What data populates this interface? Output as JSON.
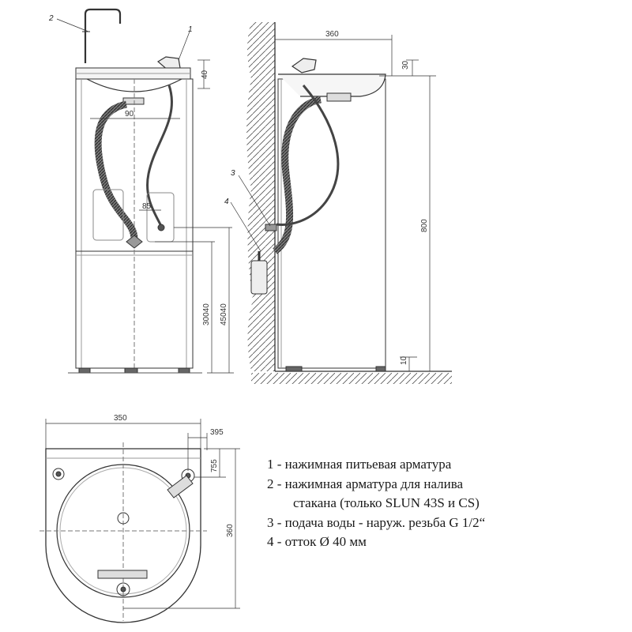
{
  "callouts": {
    "c1": "1",
    "c2": "2",
    "c3": "3",
    "c4": "4"
  },
  "dimensions": {
    "front_width": "90",
    "front_top": "40",
    "front_gap": "85",
    "front_h1": "30040",
    "front_h2": "45040",
    "side_width": "360",
    "side_top": "30",
    "side_height": "800",
    "side_bottom": "10",
    "plan_width": "350",
    "plan_offset": "395",
    "plan_small": "755",
    "plan_depth": "360"
  },
  "legend": {
    "item1": "1 - нажимная питьевая арматура",
    "item2a": "2 - нажимная арматура для налива",
    "item2b": "стакана (только SLUN 43S и CS)",
    "item3": "3 - подача воды - наруж. резьба G 1/2“",
    "item4": "4 - отток Ø 40 мм"
  }
}
